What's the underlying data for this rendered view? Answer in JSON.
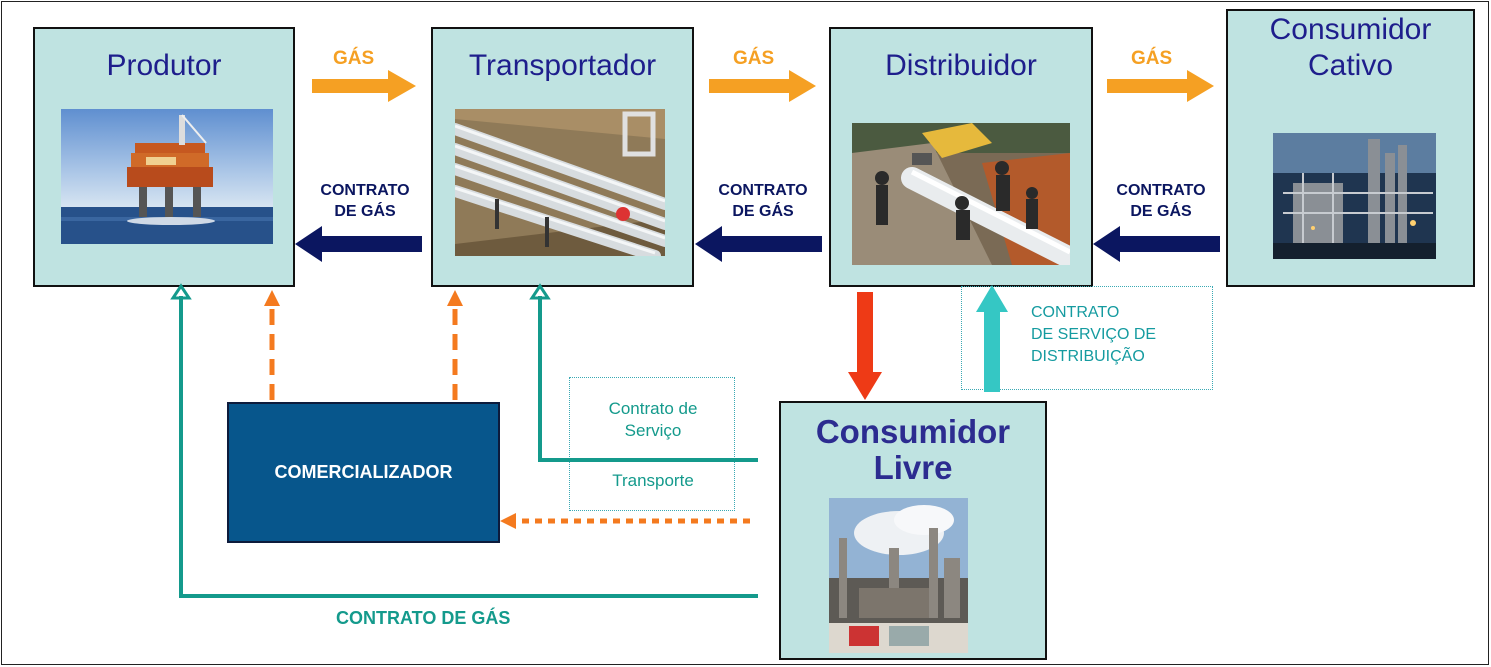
{
  "nodes": {
    "produtor": "Produtor",
    "transportador": "Transportador",
    "distribuidor": "Distribuidor",
    "consumidor_cativo_line1": "Consumidor",
    "consumidor_cativo_line2": "Cativo",
    "consumidor_livre_line1": "Consumidor",
    "consumidor_livre_line2": "Livre",
    "comercializador": "COMERCIALIZADOR"
  },
  "labels": {
    "gas": "GÁS",
    "contrato": "CONTRATO",
    "de_gas": "DE GÁS",
    "contrato_servico_distribuicao_line1": "CONTRATO",
    "contrato_servico_distribuicao_line2": "DE SERVIÇO DE",
    "contrato_servico_distribuicao_line3": "DISTRIBUIÇÃO",
    "contrato_servico_transporte_line1": "Contrato de",
    "contrato_servico_transporte_line2": "Serviço",
    "contrato_servico_transporte_line3": "Transporte",
    "contrato_de_gas_bottom": "CONTRATO DE GÁS"
  },
  "colors": {
    "box_fill": "#bfe3e1",
    "title_blue": "#1e1e8c",
    "gas_flow_orange": "#f5a023",
    "contract_navy": "#0b1660",
    "teal_line": "#149a8c",
    "cyan_arrow": "#35c7c4",
    "red_arrow": "#ee3a16",
    "dashed_orange": "#f47a1f",
    "comercializador_fill": "#07568c"
  },
  "icons": {
    "produtor_photo": "offshore-oil-platform-photo",
    "transportador_photo": "pipeline-photo",
    "distribuidor_photo": "pipeline-workers-photo",
    "cativo_photo": "refinery-photo",
    "livre_photo": "industrial-plant-photo"
  }
}
